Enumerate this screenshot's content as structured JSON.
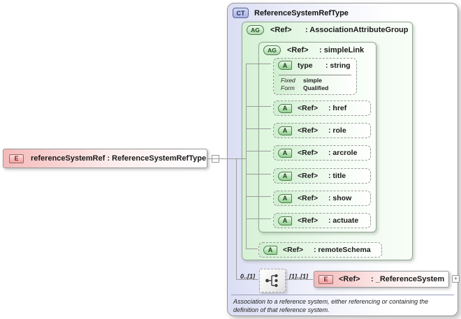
{
  "element_box": {
    "badge": "E",
    "label": "referenceSystemRef : ReferenceSystemRefType"
  },
  "complex_type": {
    "badge": "CT",
    "title": "ReferenceSystemRefType",
    "association_attribute_group": {
      "badge": "AG",
      "ref": "<Ref>",
      "name": ": AssociationAttributeGroup"
    },
    "simple_link": {
      "badge": "AG",
      "ref": "<Ref>",
      "name": ": simpleLink"
    },
    "type_attribute": {
      "badge": "A",
      "name": "type",
      "type": ": string",
      "facets": [
        {
          "label": "Fixed",
          "value": "simple"
        },
        {
          "label": "Form",
          "value": "Qualified"
        }
      ]
    },
    "attributes": [
      {
        "badge": "A",
        "ref": "<Ref>",
        "name": ": href"
      },
      {
        "badge": "A",
        "ref": "<Ref>",
        "name": ": role"
      },
      {
        "badge": "A",
        "ref": "<Ref>",
        "name": ": arcrole"
      },
      {
        "badge": "A",
        "ref": "<Ref>",
        "name": ": title"
      },
      {
        "badge": "A",
        "ref": "<Ref>",
        "name": ": show"
      },
      {
        "badge": "A",
        "ref": "<Ref>",
        "name": ": actuate"
      }
    ],
    "remote_schema": {
      "badge": "A",
      "ref": "<Ref>",
      "name": ": remoteSchema"
    },
    "content_model": {
      "outer_multiplicity": "0..[1]",
      "inner_multiplicity": "[1]..[1]",
      "element": {
        "badge": "E",
        "ref": "<Ref>",
        "name": ": _ReferenceSystem"
      },
      "expand_button": "+"
    },
    "annotation": "Association to a reference system, either referencing or containing the definition of that reference system."
  },
  "colors": {
    "element_pink": "#f4baba",
    "attribute_green": "#cfeecf",
    "group_green": "#d6f1d6",
    "complex_lavender": "#dbdef4",
    "border_gray": "#999999"
  }
}
